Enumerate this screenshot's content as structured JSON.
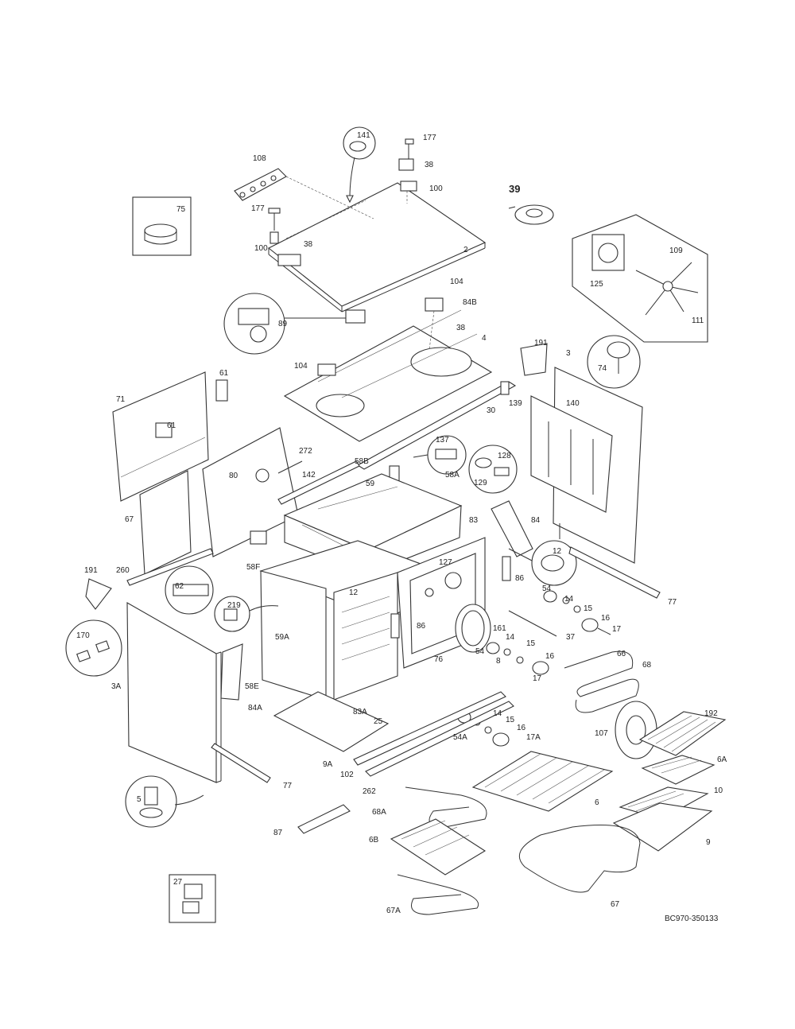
{
  "diagram": {
    "footer_code": "BC970-350133",
    "labels": [
      {
        "id": "141",
        "text": "141"
      },
      {
        "id": "177a",
        "text": "177"
      },
      {
        "id": "38a",
        "text": "38"
      },
      {
        "id": "108",
        "text": "108"
      },
      {
        "id": "100a",
        "text": "100"
      },
      {
        "id": "39",
        "text": "39"
      },
      {
        "id": "75",
        "text": "75"
      },
      {
        "id": "177b",
        "text": "177"
      },
      {
        "id": "100b",
        "text": "100"
      },
      {
        "id": "38b",
        "text": "38"
      },
      {
        "id": "2",
        "text": "2"
      },
      {
        "id": "109",
        "text": "109"
      },
      {
        "id": "125",
        "text": "125"
      },
      {
        "id": "111",
        "text": "111"
      },
      {
        "id": "104a",
        "text": "104"
      },
      {
        "id": "84B",
        "text": "84B"
      },
      {
        "id": "89",
        "text": "89"
      },
      {
        "id": "38c",
        "text": "38"
      },
      {
        "id": "4",
        "text": "4"
      },
      {
        "id": "191a",
        "text": "191"
      },
      {
        "id": "3",
        "text": "3"
      },
      {
        "id": "74",
        "text": "74"
      },
      {
        "id": "104b",
        "text": "104"
      },
      {
        "id": "61a",
        "text": "61"
      },
      {
        "id": "71",
        "text": "71"
      },
      {
        "id": "61b",
        "text": "61"
      },
      {
        "id": "139",
        "text": "139"
      },
      {
        "id": "30",
        "text": "30"
      },
      {
        "id": "140",
        "text": "140"
      },
      {
        "id": "137",
        "text": "137"
      },
      {
        "id": "128",
        "text": "128"
      },
      {
        "id": "129",
        "text": "129"
      },
      {
        "id": "272",
        "text": "272"
      },
      {
        "id": "58B",
        "text": "58B"
      },
      {
        "id": "80",
        "text": "80"
      },
      {
        "id": "142",
        "text": "142"
      },
      {
        "id": "59",
        "text": "59"
      },
      {
        "id": "58A",
        "text": "58A"
      },
      {
        "id": "67",
        "text": "67"
      },
      {
        "id": "84a",
        "text": "84"
      },
      {
        "id": "83",
        "text": "83"
      },
      {
        "id": "12a",
        "text": "12"
      },
      {
        "id": "191b",
        "text": "191"
      },
      {
        "id": "260",
        "text": "260"
      },
      {
        "id": "58F",
        "text": "58F"
      },
      {
        "id": "127",
        "text": "127"
      },
      {
        "id": "86a",
        "text": "86"
      },
      {
        "id": "77a",
        "text": "77"
      },
      {
        "id": "62",
        "text": "62"
      },
      {
        "id": "54a",
        "text": "54"
      },
      {
        "id": "14a",
        "text": "14"
      },
      {
        "id": "15a",
        "text": "15"
      },
      {
        "id": "219",
        "text": "219"
      },
      {
        "id": "12b",
        "text": "12"
      },
      {
        "id": "16a",
        "text": "16"
      },
      {
        "id": "17a",
        "text": "17"
      },
      {
        "id": "59A",
        "text": "59A"
      },
      {
        "id": "86b",
        "text": "86"
      },
      {
        "id": "161",
        "text": "161"
      },
      {
        "id": "37",
        "text": "37"
      },
      {
        "id": "170",
        "text": "170"
      },
      {
        "id": "14b",
        "text": "14"
      },
      {
        "id": "15b",
        "text": "15"
      },
      {
        "id": "54b",
        "text": "54"
      },
      {
        "id": "8",
        "text": "8"
      },
      {
        "id": "76",
        "text": "76"
      },
      {
        "id": "16b",
        "text": "16"
      },
      {
        "id": "66",
        "text": "66"
      },
      {
        "id": "68",
        "text": "68"
      },
      {
        "id": "17b",
        "text": "17"
      },
      {
        "id": "3A",
        "text": "3A"
      },
      {
        "id": "58E",
        "text": "58E"
      },
      {
        "id": "84A",
        "text": "84A"
      },
      {
        "id": "83A",
        "text": "83A"
      },
      {
        "id": "25",
        "text": "25"
      },
      {
        "id": "107",
        "text": "107"
      },
      {
        "id": "192",
        "text": "192"
      },
      {
        "id": "14c",
        "text": "14"
      },
      {
        "id": "15c",
        "text": "15"
      },
      {
        "id": "54A",
        "text": "54A"
      },
      {
        "id": "16c",
        "text": "16"
      },
      {
        "id": "17A",
        "text": "17A"
      },
      {
        "id": "6A",
        "text": "6A"
      },
      {
        "id": "9A",
        "text": "9A"
      },
      {
        "id": "102",
        "text": "102"
      },
      {
        "id": "262",
        "text": "262"
      },
      {
        "id": "77b",
        "text": "77"
      },
      {
        "id": "6",
        "text": "6"
      },
      {
        "id": "10",
        "text": "10"
      },
      {
        "id": "5",
        "text": "5"
      },
      {
        "id": "68A",
        "text": "68A"
      },
      {
        "id": "87",
        "text": "87"
      },
      {
        "id": "9",
        "text": "9"
      },
      {
        "id": "6B",
        "text": "6B"
      },
      {
        "id": "27",
        "text": "27"
      },
      {
        "id": "67A",
        "text": "67A"
      },
      {
        "id": "67b",
        "text": "67"
      }
    ]
  }
}
